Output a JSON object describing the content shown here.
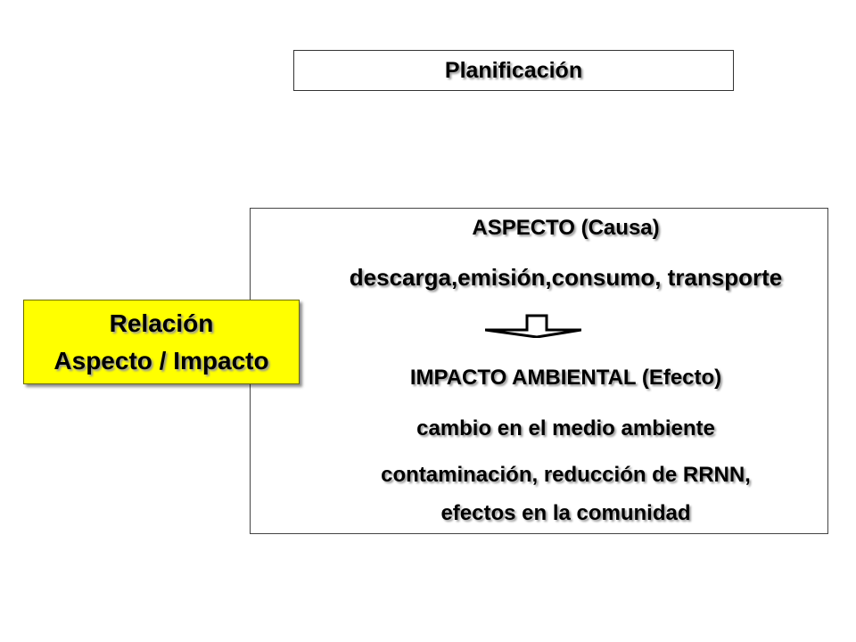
{
  "planning": {
    "title": "Planificación"
  },
  "relation": {
    "line1": "Relación",
    "line2": "Aspecto / Impacto",
    "bg_color": "#ffff00"
  },
  "main": {
    "aspect_title": "ASPECTO (Causa)",
    "aspect_examples": "descarga,emisión,consumo, transporte",
    "arrow_icon": "down-arrow-icon",
    "impact_title": "IMPACTO AMBIENTAL  (Efecto)",
    "impact_line1": "cambio en el medio ambiente",
    "impact_line2": "contaminación, reducción de RRNN,",
    "impact_line3": "efectos en la comunidad"
  }
}
